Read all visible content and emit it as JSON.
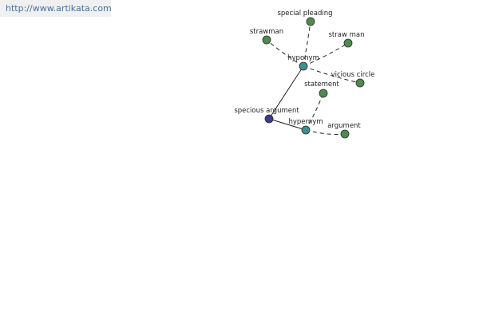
{
  "header": {
    "url": "http://www.artikata.com"
  },
  "graph": {
    "colors": {
      "leaf": "#4f8a4f",
      "hub": "#3f8f8f",
      "root": "#3b3b8f",
      "edge": "#222222"
    },
    "nodes": {
      "specious_argument": {
        "label": "specious argument",
        "type": "root"
      },
      "hyponym": {
        "label": "hyponym",
        "type": "hub"
      },
      "hypernym": {
        "label": "hypernym",
        "type": "hub"
      },
      "special_pleading": {
        "label": "special pleading",
        "type": "leaf"
      },
      "strawman": {
        "label": "strawman",
        "type": "leaf"
      },
      "straw_man": {
        "label": "straw man",
        "type": "leaf"
      },
      "vicious_circle": {
        "label": "vicious circle",
        "type": "leaf"
      },
      "statement": {
        "label": "statement",
        "type": "leaf"
      },
      "argument": {
        "label": "argument",
        "type": "leaf"
      }
    },
    "edges": [
      {
        "from": "specious_argument",
        "to": "hyponym",
        "style": "solid"
      },
      {
        "from": "specious_argument",
        "to": "hypernym",
        "style": "solid"
      },
      {
        "from": "hyponym",
        "to": "special_pleading",
        "style": "dashed"
      },
      {
        "from": "hyponym",
        "to": "strawman",
        "style": "dashed"
      },
      {
        "from": "hyponym",
        "to": "straw_man",
        "style": "dashed"
      },
      {
        "from": "hyponym",
        "to": "vicious_circle",
        "style": "dashed"
      },
      {
        "from": "hypernym",
        "to": "statement",
        "style": "dashed"
      },
      {
        "from": "hypernym",
        "to": "argument",
        "style": "dashed"
      }
    ]
  }
}
